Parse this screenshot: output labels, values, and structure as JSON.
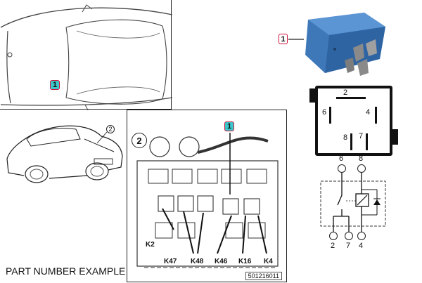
{
  "top_view": {
    "callout": "1"
  },
  "relay": {
    "callout": "1",
    "color": "#3f78b9"
  },
  "car_side": {
    "callout": "2"
  },
  "fuse_box": {
    "label": "2",
    "callout": "1",
    "relay_labels": [
      "K2",
      "K47",
      "K48",
      "K46",
      "K16",
      "K4"
    ],
    "part_number": "501216011"
  },
  "pinout": {
    "pins": [
      "2",
      "6",
      "4",
      "8",
      "7"
    ]
  },
  "schematic": {
    "top_pins": [
      "6",
      "8"
    ],
    "bottom_pins": [
      "2",
      "7",
      "4"
    ]
  },
  "caption": "PART NUMBER EXAMPLE"
}
